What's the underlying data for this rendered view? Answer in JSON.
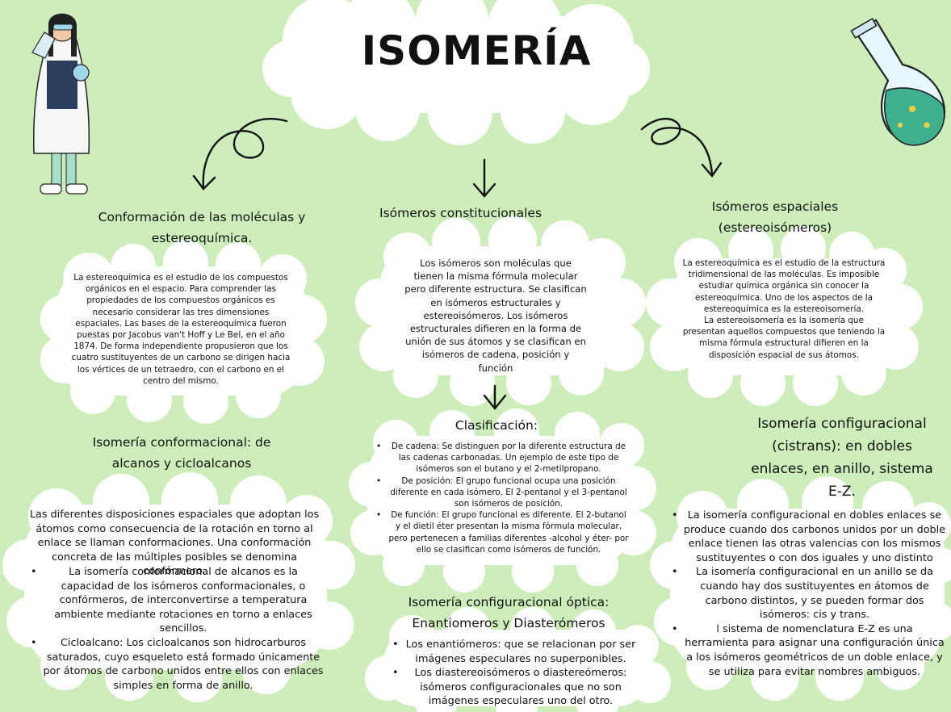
{
  "title": "ISOMERÍA",
  "left": {
    "heading": "Conformación de las moléculas y estereoquímica.",
    "text": "La estereoquímica es el estudio de los compuestos orgánicos en el espacio. Para comprender las propiedades de los compuestos orgánicos es necesario considerar las tres dimensiones espaciales. Las bases de la estereoquímica fueron puestas por Jacobus van't Hoff y Le Bel, en el año 1874. De forma independiente propusieron que los cuatro sustituyentes de un carbono se dirigen hacia los vértices de un tetraedro, con el carbono en el centro del mismo."
  },
  "center": {
    "heading": "Isómeros constitucionales",
    "text": "Los isómeros son moléculas que tienen la misma fórmula molecular pero diferente estructura. Se clasifican en isómeros estructurales y estereoisómeros. Los isómeros estructurales difieren en la forma de unión de sus átomos y se clasifican en isómeros de cadena, posición y función"
  },
  "right": {
    "heading": "Isómeros espaciales (estereoisómeros)",
    "text1": "La estereoquímica es el estudio de la estructura tridimensional de las moléculas. Es imposible estudiar química orgánica sin conocer la estereoquímica. Uno de los aspectos de la estereoquímica es la estereoisomería.",
    "text2": "La estereoisomería es la isomería que presentan aquellos compuestos que teniendo la misma fórmula estructural difieren en la disposición espacial de sus átomos."
  },
  "clasificacion": {
    "heading": "Clasificación:",
    "items": [
      "De cadena: Se distinguen por la diferente estructura de las cadenas carbonadas. Un ejemplo de este tipo de isómeros son el butano y el 2-metilpropano.",
      "De posición: El grupo funcional ocupa una posición diferente en cada isómero. El 2-pentanol y el 3-pentanol son isómeros de posición.",
      "De función: El grupo funcional es diferente. El 2-butanol y el dietil éter presentan la misma fórmula molecular, pero pertenecen a familias diferentes -alcohol y éter- por ello se clasifican como isómeros de función."
    ]
  },
  "conformacional": {
    "heading": "Isomería conformacional: de alcanos y cicloalcanos",
    "intro": "Las diferentes disposiciones espaciales que adoptan los átomos como consecuencia de la rotación en torno al enlace se llaman conformaciones. Una conformación concreta de las múltiples posibles se denomina confórmero.",
    "items": [
      "La isomería conformacional de alcanos es la capacidad de los isómeros conformacionales, o confórmeros, de interconvertirse a temperatura ambiente mediante rotaciones en torno a enlaces sencillos.",
      "Cicloalcano: Los cicloalcanos son hidrocarburos saturados, cuyo esqueleto está formado únicamente por átomos de carbono unidos entre ellos con enlaces simples en forma de anillo."
    ]
  },
  "optica": {
    "heading": "Isomería configuracional óptica: Enantiomeros y Diasterómeros",
    "items": [
      "Los enantiómeros: que se relacionan por ser imágenes especulares no superponibles.",
      "Los diastereoisómeros o diastereómeros: isómeros configuracionales que no son imágenes especulares uno del otro."
    ]
  },
  "cistrans": {
    "heading": "Isomería configuracional (cistrans): en dobles enlaces, en anillo, sistema E-Z.",
    "items": [
      "La isomería configuracional en dobles enlaces se produce cuando dos carbonos unidos por un doble enlace tienen las otras valencias con los mismos sustituyentes o con dos iguales y uno distinto",
      "La isomería configuracional en un anillo se da cuando hay dos sustituyentes en átomos de carbono distintos, y se pueden formar dos isómeros: cis y trans.",
      "l sistema de nomenclatura E-Z es una herramienta para asignar una configuración única a los isómeros geométricos de un doble enlace, y se utiliza para evitar nombres ambiguos."
    ]
  },
  "colors": {
    "background": "#cdeebb",
    "cloud": "#ffffff",
    "text": "#111111",
    "flask_liquid": "#3fb08f"
  },
  "icons": [
    "scientist-illustration",
    "flask-icon",
    "arrow-icon"
  ]
}
